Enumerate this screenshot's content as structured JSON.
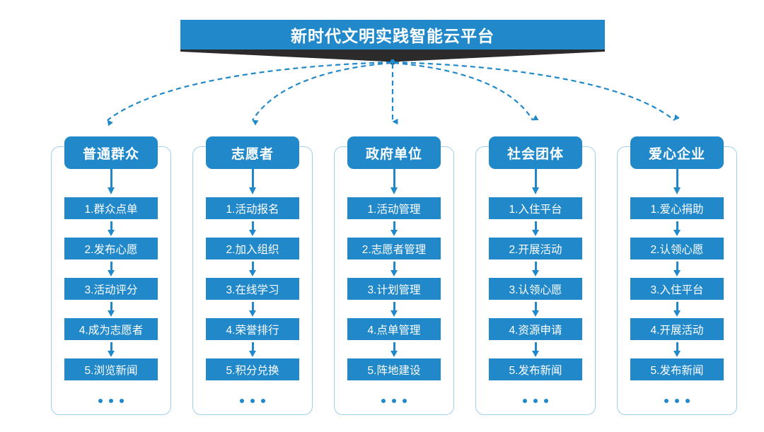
{
  "colors": {
    "primary_blue": "#2189ca",
    "frame_blue": "#9fd0ea",
    "shadow_dark": "#2b2b2b",
    "text_white": "#ffffff",
    "background": "#ffffff"
  },
  "header": {
    "title": "新时代文明实践智能云平台"
  },
  "ellipsis_label": "...",
  "columns": [
    {
      "header": "普通群众",
      "items": [
        "1.群众点单",
        "2.发布心愿",
        "3.活动评分",
        "4.成为志愿者",
        "5.浏览新闻"
      ]
    },
    {
      "header": "志愿者",
      "items": [
        "1.活动报名",
        "2.加入组织",
        "3.在线学习",
        "4.荣誉排行",
        "5.积分兑换"
      ]
    },
    {
      "header": "政府单位",
      "items": [
        "1.活动管理",
        "2.志愿者管理",
        "3.计划管理",
        "4.点单管理",
        "5.阵地建设"
      ]
    },
    {
      "header": "社会团体",
      "items": [
        "1.入住平台",
        "2.开展活动",
        "3.认领心愿",
        "4.资源申请",
        "5.发布新闻"
      ]
    },
    {
      "header": "爱心企业",
      "items": [
        "1.爱心捐助",
        "2.认领心愿",
        "3.入住平台",
        "4.开展活动",
        "5.发布新闻"
      ]
    }
  ]
}
